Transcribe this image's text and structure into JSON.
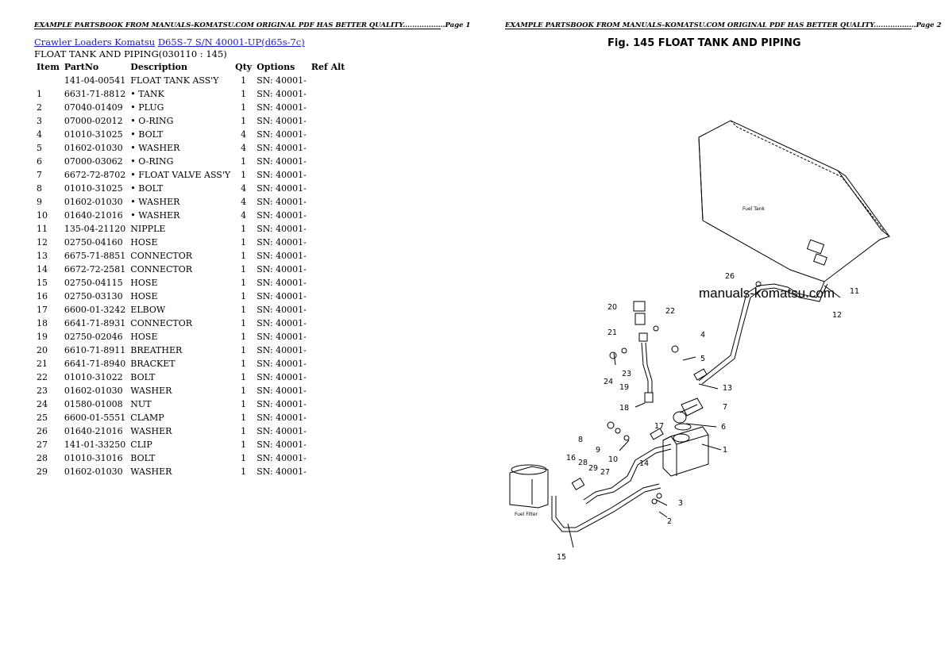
{
  "header": {
    "page1": "EXAMPLE PARTSBOOK FROM MANUALS-KOMATSU.COM ORIGINAL PDF HAS BETTER QUALITY..................Page 1",
    "page2": "EXAMPLE PARTSBOOK FROM MANUALS-KOMATSU.COM ORIGINAL PDF HAS BETTER QUALITY..................Page 2"
  },
  "breadcrumb": {
    "link1": "Crawler Loaders Komatsu",
    "link2": "D65S-7 S/N 40001-UP(d65s-7c)"
  },
  "subtitle": "FLOAT TANK AND PIPING(030110 : 145)",
  "table": {
    "headers": [
      "Item",
      "PartNo",
      "Description",
      "Qty",
      "Options",
      "Ref Alt"
    ],
    "rows": [
      [
        "",
        "141-04-00541",
        "FLOAT TANK ASS'Y",
        "1",
        "SN: 40001-",
        ""
      ],
      [
        "1",
        "6631-71-8812",
        "• TANK",
        "1",
        "SN: 40001-",
        ""
      ],
      [
        "2",
        "07040-01409",
        "• PLUG",
        "1",
        "SN: 40001-",
        ""
      ],
      [
        "3",
        "07000-02012",
        "• O-RING",
        "1",
        "SN: 40001-",
        ""
      ],
      [
        "4",
        "01010-31025",
        "• BOLT",
        "4",
        "SN: 40001-",
        ""
      ],
      [
        "5",
        "01602-01030",
        "• WASHER",
        "4",
        "SN: 40001-",
        ""
      ],
      [
        "6",
        "07000-03062",
        "• O-RING",
        "1",
        "SN: 40001-",
        ""
      ],
      [
        "7",
        "6672-72-8702",
        "• FLOAT VALVE ASS'Y",
        "1",
        "SN: 40001-",
        ""
      ],
      [
        "8",
        "01010-31025",
        "• BOLT",
        "4",
        "SN: 40001-",
        ""
      ],
      [
        "9",
        "01602-01030",
        "• WASHER",
        "4",
        "SN: 40001-",
        ""
      ],
      [
        "10",
        "01640-21016",
        "• WASHER",
        "4",
        "SN: 40001-",
        ""
      ],
      [
        "11",
        "135-04-21120",
        "NIPPLE",
        "1",
        "SN: 40001-",
        ""
      ],
      [
        "12",
        "02750-04160",
        "HOSE",
        "1",
        "SN: 40001-",
        ""
      ],
      [
        "13",
        "6675-71-8851",
        "CONNECTOR",
        "1",
        "SN: 40001-",
        ""
      ],
      [
        "14",
        "6672-72-2581",
        "CONNECTOR",
        "1",
        "SN: 40001-",
        ""
      ],
      [
        "15",
        "02750-04115",
        "HOSE",
        "1",
        "SN: 40001-",
        ""
      ],
      [
        "16",
        "02750-03130",
        "HOSE",
        "1",
        "SN: 40001-",
        ""
      ],
      [
        "17",
        "6600-01-3242",
        "ELBOW",
        "1",
        "SN: 40001-",
        ""
      ],
      [
        "18",
        "6641-71-8931",
        "CONNECTOR",
        "1",
        "SN: 40001-",
        ""
      ],
      [
        "19",
        "02750-02046",
        "HOSE",
        "1",
        "SN: 40001-",
        ""
      ],
      [
        "20",
        "6610-71-8911",
        "BREATHER",
        "1",
        "SN: 40001-",
        ""
      ],
      [
        "21",
        "6641-71-8940",
        "BRACKET",
        "1",
        "SN: 40001-",
        ""
      ],
      [
        "22",
        "01010-31022",
        "BOLT",
        "1",
        "SN: 40001-",
        ""
      ],
      [
        "23",
        "01602-01030",
        "WASHER",
        "1",
        "SN: 40001-",
        ""
      ],
      [
        "24",
        "01580-01008",
        "NUT",
        "1",
        "SN: 40001-",
        ""
      ],
      [
        "25",
        "6600-01-5551",
        "CLAMP",
        "1",
        "SN: 40001-",
        ""
      ],
      [
        "26",
        "01640-21016",
        "WASHER",
        "1",
        "SN: 40001-",
        ""
      ],
      [
        "27",
        "141-01-33250",
        "CLIP",
        "1",
        "SN: 40001-",
        ""
      ],
      [
        "28",
        "01010-31016",
        "BOLT",
        "1",
        "SN: 40001-",
        ""
      ],
      [
        "29",
        "01602-01030",
        "WASHER",
        "1",
        "SN: 40001-",
        ""
      ]
    ]
  },
  "diagram": {
    "title": "Fig. 145  FLOAT TANK AND PIPING",
    "watermark": "manuals-komatsu.com",
    "fuel_tank_label": "Fuel Tank",
    "fuel_filter_label": "Fuel Filter",
    "callouts": [
      "1",
      "2",
      "3",
      "4",
      "5",
      "6",
      "7",
      "8",
      "9",
      "10",
      "11",
      "12",
      "13",
      "14",
      "15",
      "16",
      "17",
      "18",
      "19",
      "20",
      "21",
      "22",
      "23",
      "24",
      "26",
      "27",
      "28",
      "29"
    ]
  },
  "colors": {
    "link": "#1a1adb",
    "text": "#000000"
  }
}
